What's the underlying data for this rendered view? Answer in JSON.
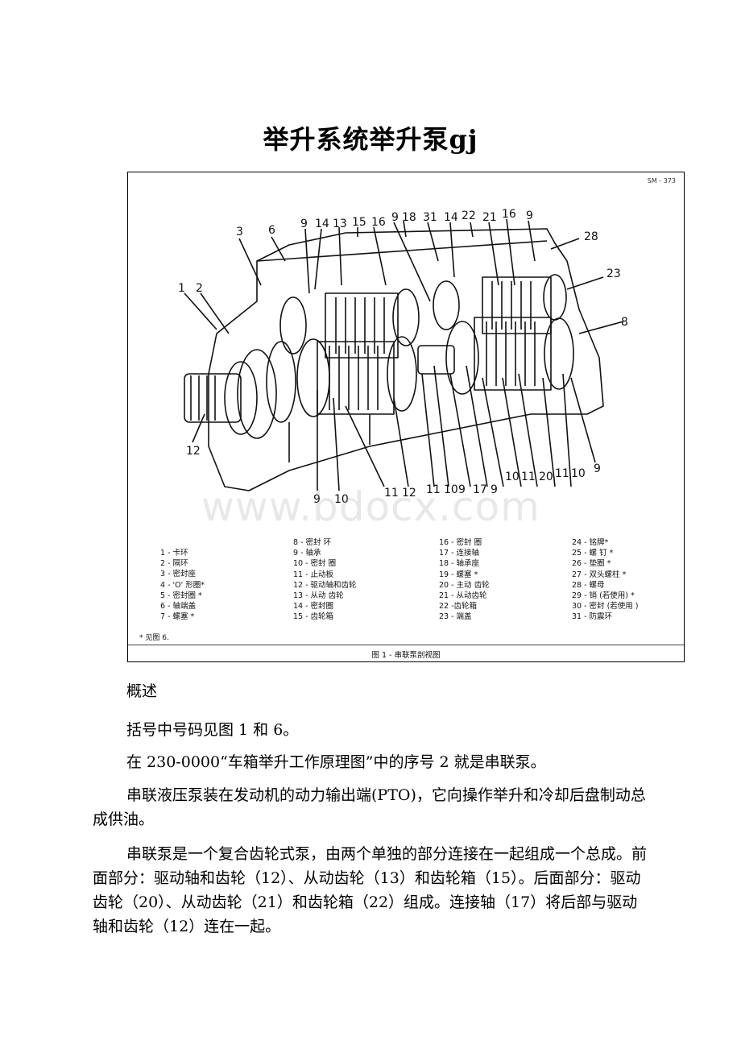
{
  "title": "举升系统举升泵gj",
  "figure": {
    "code": "SM - 373",
    "callouts": [
      "1",
      "2",
      "3",
      "6",
      "9",
      "14",
      "13",
      "15",
      "16",
      "9",
      "18",
      "31",
      "14",
      "22",
      "21",
      "16",
      "9",
      "28",
      "23",
      "8",
      "12",
      "9",
      "10",
      "11",
      "12",
      "11",
      "10",
      "9",
      "17",
      "9",
      "10",
      "11",
      "20",
      "11",
      "10",
      "9"
    ],
    "legend": {
      "col1": [
        "1 - 卡环",
        "2 - 隔环",
        "3 - 密封座",
        "4 - 'O' 形圈*",
        "5 - 密封圈 *",
        "6 - 轴端盖",
        "7 - 螺塞 *"
      ],
      "col2": [
        "8 - 密封 环",
        "9 - 轴承",
        "10 - 密封 圈",
        "11 - 止动板",
        "12 - 驱动轴和齿轮",
        "13 - 从动 齿轮",
        "14 - 密封圈",
        "15 - 齿轮箱"
      ],
      "col3": [
        "16 - 密封 圈",
        "17 - 连接轴",
        "18 - 轴承座",
        "19 - 螺塞 *",
        "20 - 主动 齿轮",
        "21 - 从动齿轮",
        "22 -齿轮箱",
        "23 - 端盖"
      ],
      "col4": [
        "24 - 铭牌*",
        "25 - 螺 钉 *",
        "26 - 垫圈  *",
        "27 - 双头螺柱 *",
        "28 - 螺母",
        "29 - 销 (若使用) *",
        "30 - 密封 (若使用 )",
        "31 - 防震环"
      ]
    },
    "note": "* 见图 6.",
    "caption": "图  1 - 串联泵剖视图"
  },
  "watermark": "www.bdocx.com",
  "paragraphs": [
    "概述",
    "括号中号码见图 1 和 6。",
    "在 230-0000“车箱举升工作原理图”中的序号 2 就是串联泵。",
    "串联液压泵装在发动机的动力输出端(PTO)，它向操作举升和冷却后盘制动总成供油。",
    "串联泵是一个复合齿轮式泵，由两个单独的部分连接在一起组成一个总成。前面部分：驱动轴和齿轮（12）、从动齿轮（13）和齿轮箱（15）。后面部分：驱动齿轮（20）、从动齿轮（21）和齿轮箱（22）组成。连接轴（17）将后部与驱动轴和齿轮（12）连在一起。"
  ]
}
